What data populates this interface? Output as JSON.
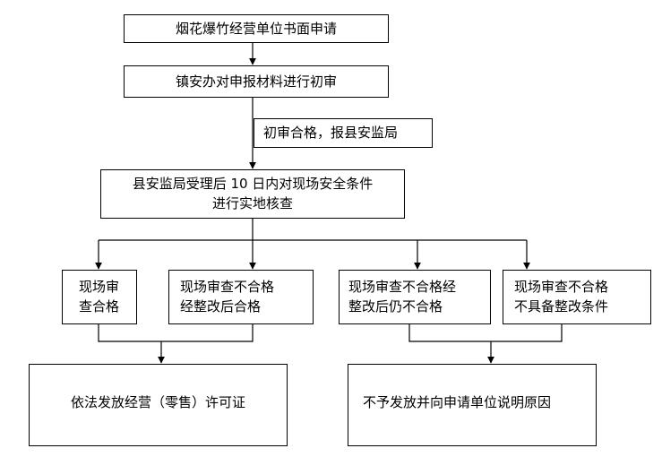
{
  "flow": {
    "step1": "烟花爆竹经营单位书面申请",
    "step2": "镇安办对申报材料进行初审",
    "note_pass": "初审合格，报县安监局",
    "step3": {
      "line1": "县安监局受理后 10 日内对现场安全条件",
      "line2": "进行实地核查"
    },
    "outcomes": [
      {
        "line1": "现场审",
        "line2": "查合格"
      },
      {
        "line1": "现场审查不合格",
        "line2": "经整改后合格"
      },
      {
        "line1": "现场审查不合格经",
        "line2": "整改后仍不合格"
      },
      {
        "line1": "现场审查不合格",
        "line2": "不具备整改条件"
      }
    ],
    "result_grant": "依法发放经营（零售）许可证",
    "result_deny": "不予发放并向申请单位说明原因"
  }
}
